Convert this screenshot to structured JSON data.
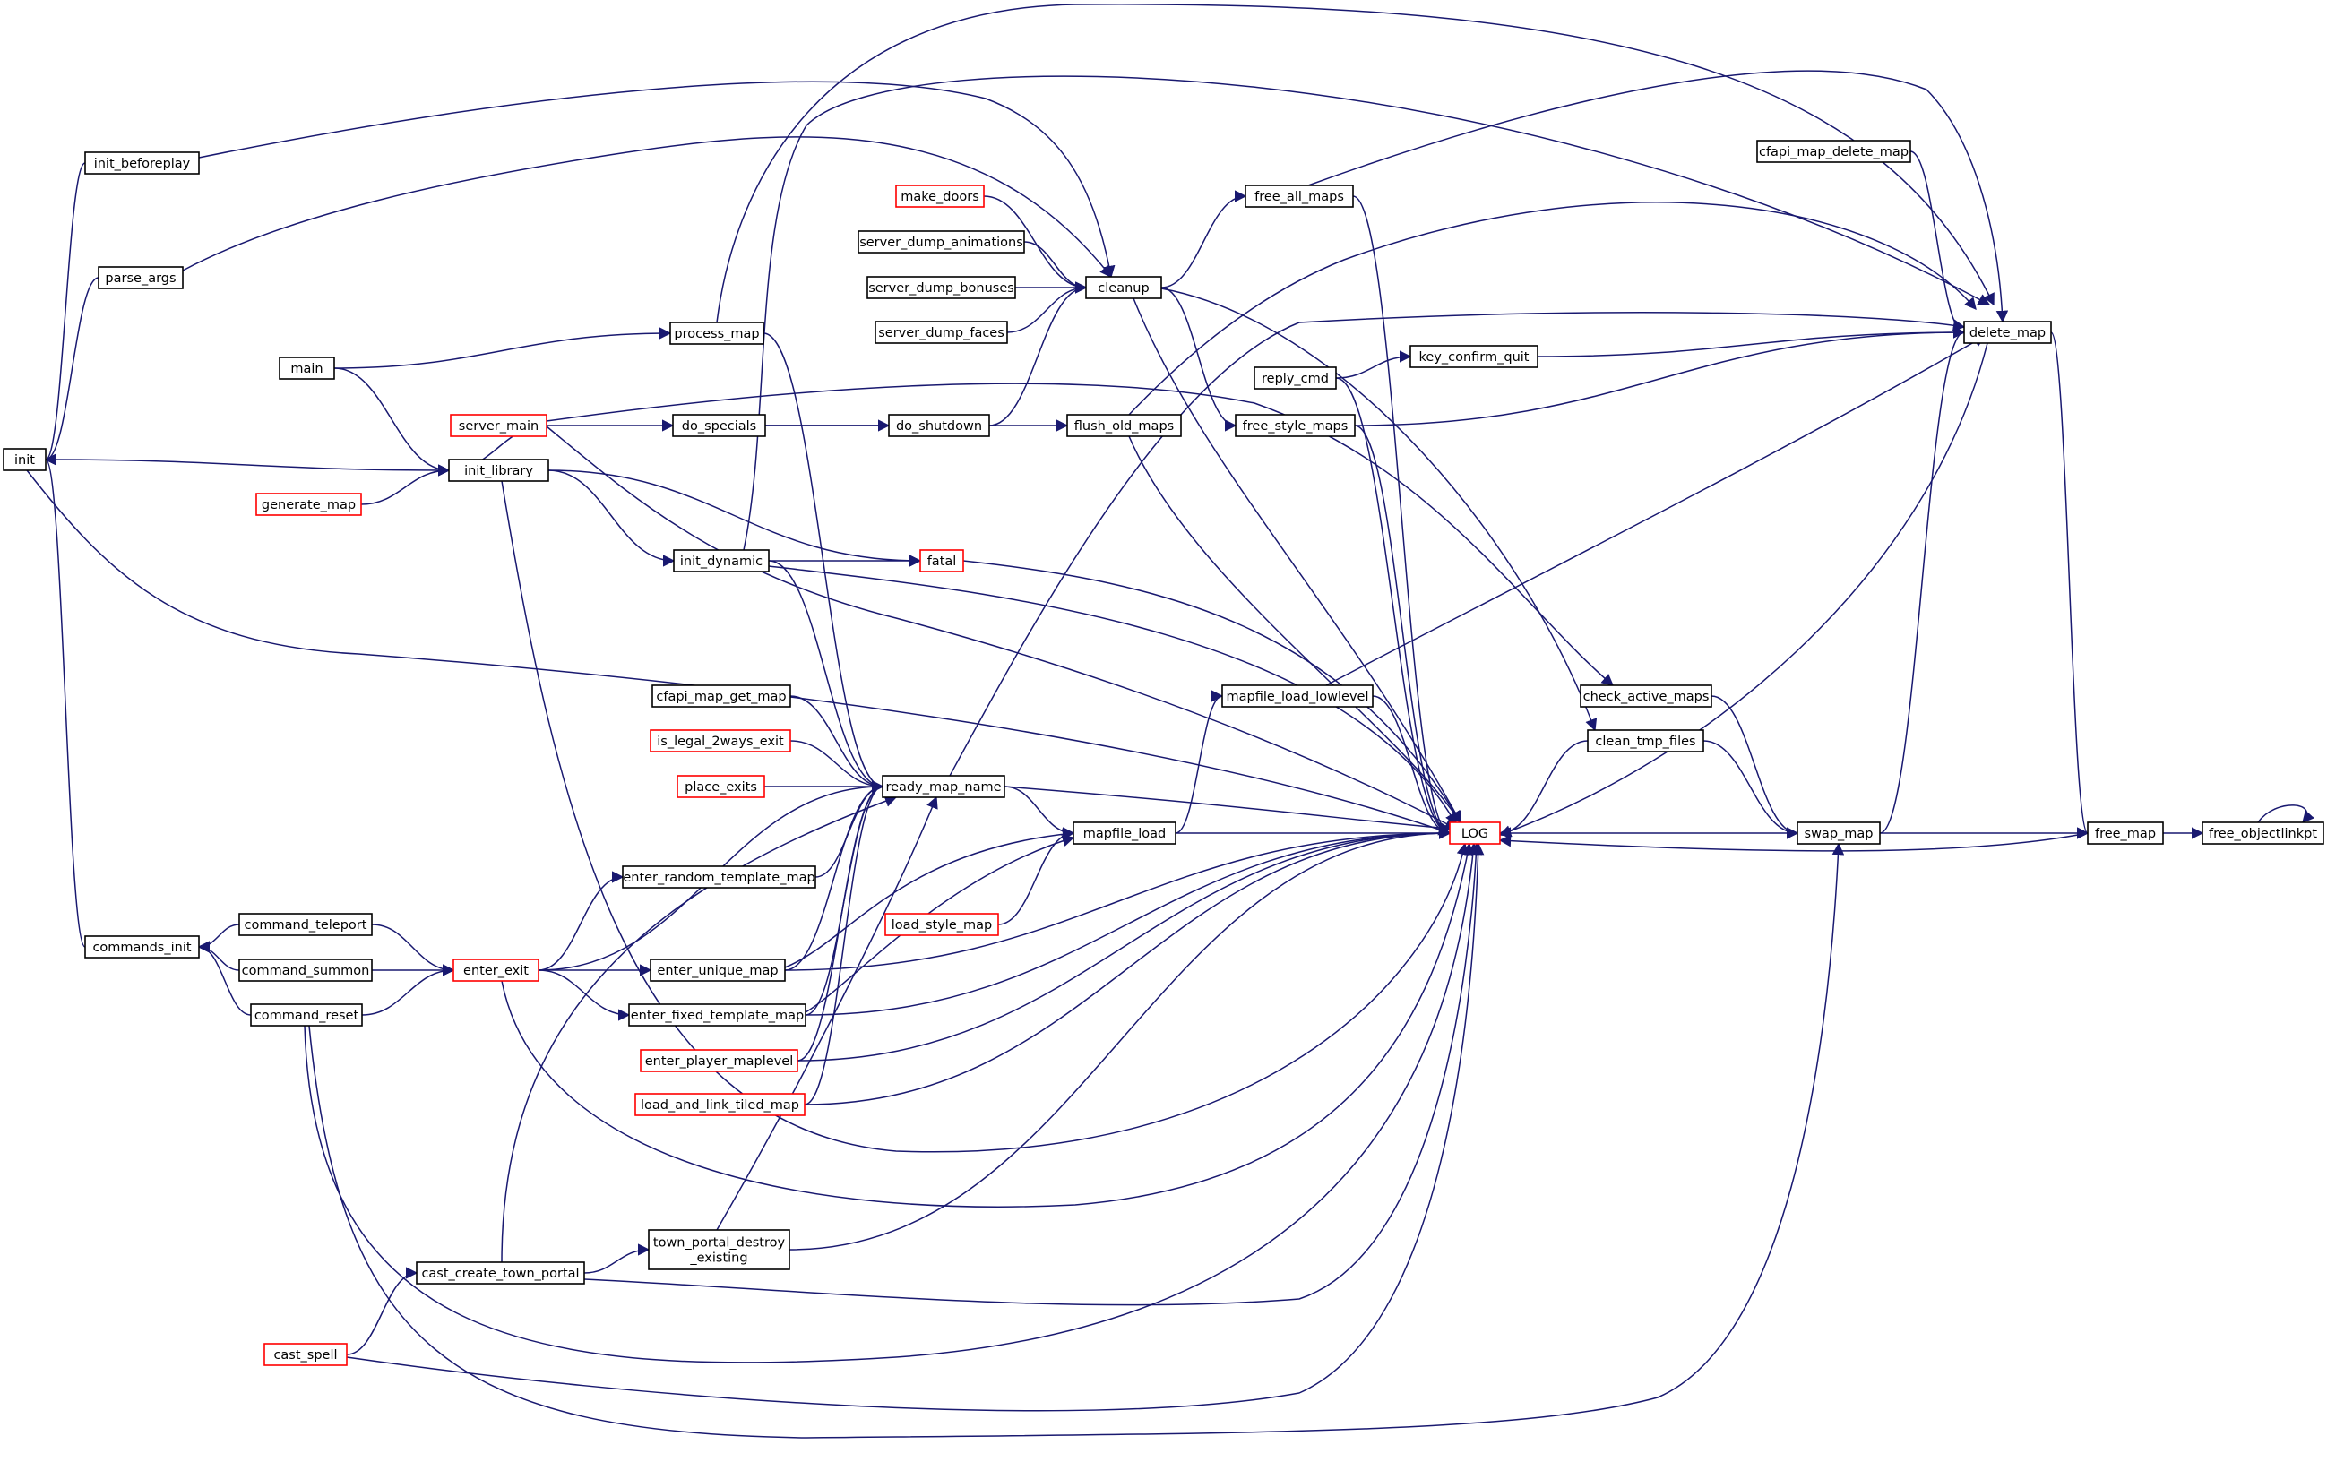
{
  "graph": {
    "colors": {
      "edge": "#191970",
      "node_border": "#000000",
      "node_border_truncated": "#ff0000",
      "focus_fill": "#bfbfbf"
    },
    "nodes": [
      {
        "id": "init",
        "label": "init"
      },
      {
        "id": "init_beforeplay",
        "label": "init_beforeplay"
      },
      {
        "id": "parse_args",
        "label": "parse_args"
      },
      {
        "id": "main",
        "label": "main"
      },
      {
        "id": "commands_init",
        "label": "commands_init"
      },
      {
        "id": "command_teleport",
        "label": "command_teleport"
      },
      {
        "id": "command_summon",
        "label": "command_summon"
      },
      {
        "id": "command_reset",
        "label": "command_reset"
      },
      {
        "id": "generate_map",
        "label": "generate_map",
        "truncated": true
      },
      {
        "id": "server_main",
        "label": "server_main",
        "truncated": true
      },
      {
        "id": "init_library",
        "label": "init_library"
      },
      {
        "id": "cast_spell",
        "label": "cast_spell",
        "truncated": true
      },
      {
        "id": "cast_create_town_portal",
        "label": "cast_create_town_portal"
      },
      {
        "id": "enter_exit",
        "label": "enter_exit",
        "truncated": true
      },
      {
        "id": "process_map",
        "label": "process_map"
      },
      {
        "id": "do_specials",
        "label": "do_specials"
      },
      {
        "id": "init_dynamic",
        "label": "init_dynamic"
      },
      {
        "id": "cfapi_map_get_map",
        "label": "cfapi_map_get_map"
      },
      {
        "id": "is_legal_2ways_exit",
        "label": "is_legal_2ways_exit",
        "truncated": true
      },
      {
        "id": "place_exits",
        "label": "place_exits",
        "truncated": true
      },
      {
        "id": "enter_random_template_map",
        "label": "enter_random_template_map"
      },
      {
        "id": "enter_unique_map",
        "label": "enter_unique_map"
      },
      {
        "id": "enter_fixed_template_map",
        "label": "enter_fixed_template_map"
      },
      {
        "id": "enter_player_maplevel",
        "label": "enter_player_maplevel",
        "truncated": true
      },
      {
        "id": "load_and_link_tiled_map",
        "label": "load_and_link_tiled_map",
        "truncated": true
      },
      {
        "id": "town_portal_destroy_existing",
        "label": "town_portal_destroy\n_existing"
      },
      {
        "id": "make_doors",
        "label": "make_doors",
        "truncated": true
      },
      {
        "id": "server_dump_animations",
        "label": "server_dump_animations"
      },
      {
        "id": "server_dump_bonuses",
        "label": "server_dump_bonuses"
      },
      {
        "id": "server_dump_faces",
        "label": "server_dump_faces"
      },
      {
        "id": "do_shutdown",
        "label": "do_shutdown"
      },
      {
        "id": "fatal",
        "label": "fatal",
        "truncated": true
      },
      {
        "id": "ready_map_name",
        "label": "ready_map_name"
      },
      {
        "id": "load_style_map",
        "label": "load_style_map",
        "truncated": true
      },
      {
        "id": "cleanup",
        "label": "cleanup"
      },
      {
        "id": "flush_old_maps",
        "label": "flush_old_maps"
      },
      {
        "id": "mapfile_load",
        "label": "mapfile_load"
      },
      {
        "id": "free_all_maps",
        "label": "free_all_maps"
      },
      {
        "id": "reply_cmd",
        "label": "reply_cmd"
      },
      {
        "id": "free_style_maps",
        "label": "free_style_maps"
      },
      {
        "id": "mapfile_load_lowlevel",
        "label": "mapfile_load_lowlevel"
      },
      {
        "id": "LOG",
        "label": "LOG",
        "truncated": true
      },
      {
        "id": "key_confirm_quit",
        "label": "key_confirm_quit"
      },
      {
        "id": "check_active_maps",
        "label": "check_active_maps"
      },
      {
        "id": "clean_tmp_files",
        "label": "clean_tmp_files"
      },
      {
        "id": "cfapi_map_delete_map",
        "label": "cfapi_map_delete_map"
      },
      {
        "id": "delete_map",
        "label": "delete_map"
      },
      {
        "id": "swap_map",
        "label": "swap_map"
      },
      {
        "id": "free_map",
        "label": "free_map"
      },
      {
        "id": "free_objectlinkpt",
        "label": "free_objectlinkpt",
        "focus": true
      }
    ],
    "edges": [
      [
        "init_beforeplay",
        "init"
      ],
      [
        "parse_args",
        "init"
      ],
      [
        "commands_init",
        "init"
      ],
      [
        "command_teleport",
        "commands_init"
      ],
      [
        "command_summon",
        "commands_init"
      ],
      [
        "command_reset",
        "commands_init"
      ],
      [
        "main",
        "init_library"
      ],
      [
        "server_main",
        "init_library"
      ],
      [
        "init",
        "init_library"
      ],
      [
        "generate_map",
        "init_library"
      ],
      [
        "command_reset",
        "enter_exit"
      ],
      [
        "command_teleport",
        "enter_exit"
      ],
      [
        "command_summon",
        "enter_exit"
      ],
      [
        "cast_spell",
        "cast_create_town_portal"
      ],
      [
        "enter_exit",
        "enter_unique_map"
      ],
      [
        "enter_exit",
        "enter_fixed_template_map"
      ],
      [
        "enter_exit",
        "enter_random_template_map"
      ],
      [
        "enter_exit",
        "ready_map_name"
      ],
      [
        "main",
        "process_map"
      ],
      [
        "server_main",
        "do_specials"
      ],
      [
        "init_library",
        "init_dynamic"
      ],
      [
        "cast_create_town_portal",
        "town_portal_destroy_existing"
      ],
      [
        "init_library",
        "fatal"
      ],
      [
        "init_dynamic",
        "fatal"
      ],
      [
        "do_specials",
        "do_shutdown"
      ],
      [
        "do_specials",
        "flush_old_maps"
      ],
      [
        "cfapi_map_get_map",
        "ready_map_name"
      ],
      [
        "is_legal_2ways_exit",
        "ready_map_name"
      ],
      [
        "place_exits",
        "ready_map_name"
      ],
      [
        "enter_random_template_map",
        "ready_map_name"
      ],
      [
        "enter_unique_map",
        "ready_map_name"
      ],
      [
        "enter_fixed_template_map",
        "ready_map_name"
      ],
      [
        "enter_player_maplevel",
        "ready_map_name"
      ],
      [
        "load_and_link_tiled_map",
        "ready_map_name"
      ],
      [
        "town_portal_destroy_existing",
        "ready_map_name"
      ],
      [
        "process_map",
        "ready_map_name"
      ],
      [
        "init_dynamic",
        "ready_map_name"
      ],
      [
        "cast_create_town_portal",
        "ready_map_name"
      ],
      [
        "enter_unique_map",
        "mapfile_load"
      ],
      [
        "enter_fixed_template_map",
        "mapfile_load"
      ],
      [
        "ready_map_name",
        "mapfile_load"
      ],
      [
        "load_style_map",
        "mapfile_load"
      ],
      [
        "make_doors",
        "cleanup"
      ],
      [
        "server_dump_animations",
        "cleanup"
      ],
      [
        "server_dump_bonuses",
        "cleanup"
      ],
      [
        "server_dump_faces",
        "cleanup"
      ],
      [
        "do_shutdown",
        "cleanup"
      ],
      [
        "init_beforeplay",
        "cleanup"
      ],
      [
        "parse_args",
        "cleanup"
      ],
      [
        "cleanup",
        "free_all_maps"
      ],
      [
        "cleanup",
        "free_style_maps"
      ],
      [
        "reply_cmd",
        "key_confirm_quit"
      ],
      [
        "mapfile_load",
        "mapfile_load_lowlevel"
      ],
      [
        "mapfile_load_lowlevel",
        "LOG"
      ],
      [
        "free_all_maps",
        "LOG"
      ],
      [
        "reply_cmd",
        "LOG"
      ],
      [
        "free_style_maps",
        "LOG"
      ],
      [
        "mapfile_load",
        "LOG"
      ],
      [
        "flush_old_maps",
        "LOG"
      ],
      [
        "cleanup",
        "LOG"
      ],
      [
        "fatal",
        "LOG"
      ],
      [
        "init_dynamic",
        "LOG"
      ],
      [
        "ready_map_name",
        "LOG"
      ],
      [
        "enter_unique_map",
        "LOG"
      ],
      [
        "enter_fixed_template_map",
        "LOG"
      ],
      [
        "enter_player_maplevel",
        "LOG"
      ],
      [
        "load_and_link_tiled_map",
        "LOG"
      ],
      [
        "town_portal_destroy_existing",
        "LOG"
      ],
      [
        "cast_create_town_portal",
        "LOG"
      ],
      [
        "cast_spell",
        "LOG"
      ],
      [
        "enter_exit",
        "LOG"
      ],
      [
        "init_library",
        "LOG"
      ],
      [
        "command_reset",
        "LOG"
      ],
      [
        "init",
        "LOG"
      ],
      [
        "server_main",
        "LOG"
      ],
      [
        "clean_tmp_files",
        "LOG"
      ],
      [
        "swap_map",
        "LOG"
      ],
      [
        "free_map",
        "LOG"
      ],
      [
        "delete_map",
        "LOG"
      ],
      [
        "mapfile_load_lowlevel",
        "delete_map"
      ],
      [
        "check_active_maps",
        "swap_map"
      ],
      [
        "clean_tmp_files",
        "swap_map"
      ],
      [
        "cleanup",
        "clean_tmp_files"
      ],
      [
        "server_main",
        "check_active_maps"
      ],
      [
        "command_reset",
        "swap_map"
      ],
      [
        "key_confirm_quit",
        "delete_map"
      ],
      [
        "cfapi_map_delete_map",
        "delete_map"
      ],
      [
        "free_all_maps",
        "delete_map"
      ],
      [
        "flush_old_maps",
        "delete_map"
      ],
      [
        "free_style_maps",
        "delete_map"
      ],
      [
        "process_map",
        "delete_map"
      ],
      [
        "init_dynamic",
        "delete_map"
      ],
      [
        "ready_map_name",
        "delete_map"
      ],
      [
        "swap_map",
        "delete_map"
      ],
      [
        "swap_map",
        "free_map"
      ],
      [
        "delete_map",
        "free_map"
      ],
      [
        "free_map",
        "free_objectlinkpt"
      ],
      [
        "free_objectlinkpt",
        "free_objectlinkpt"
      ]
    ]
  }
}
